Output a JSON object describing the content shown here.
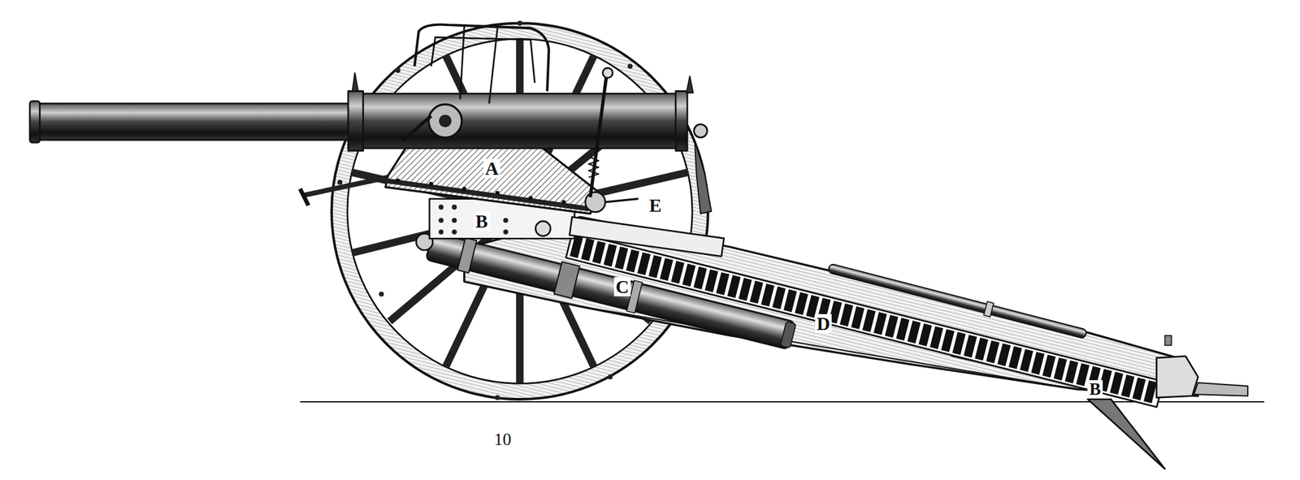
{
  "diagram": {
    "labels": [
      "A",
      "B",
      "E",
      "C",
      "D",
      "B",
      "10"
    ]
  }
}
